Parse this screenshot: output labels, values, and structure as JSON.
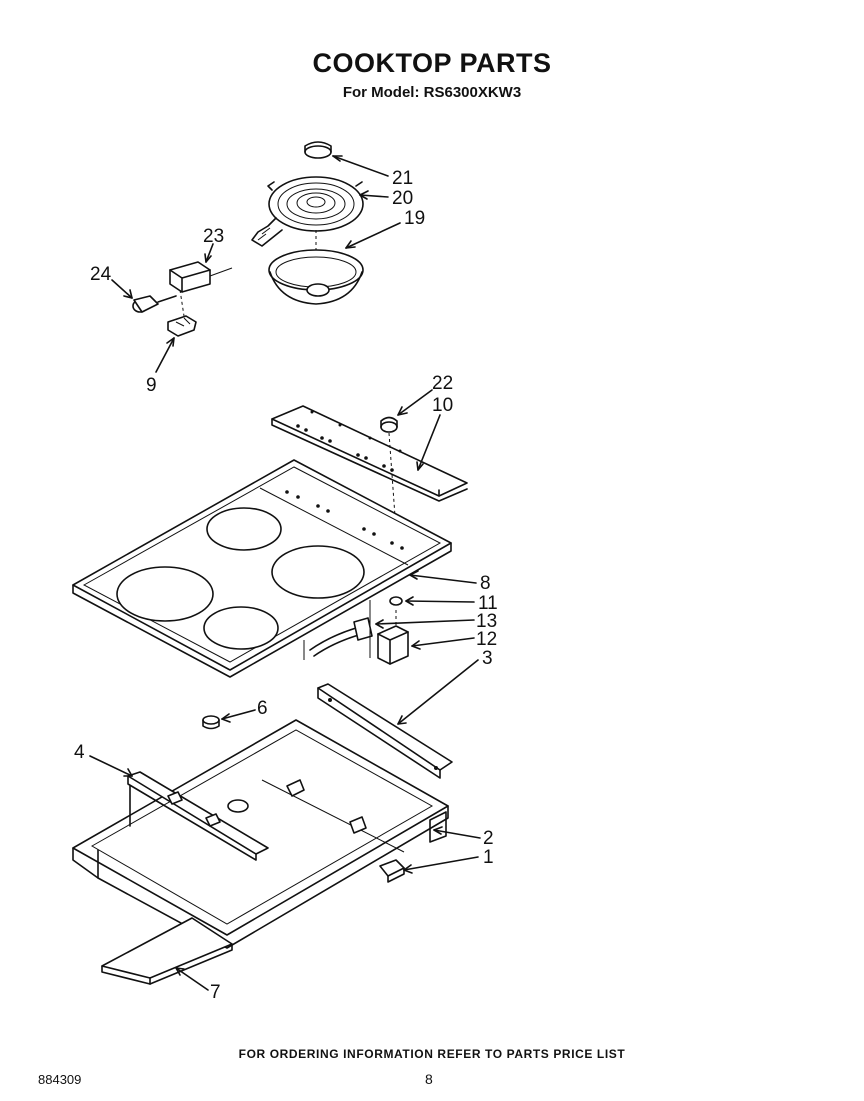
{
  "header": {
    "title": "COOKTOP PARTS",
    "subtitle": "For Model: RS6300XKW3"
  },
  "callouts": {
    "c21": "21",
    "c20": "20",
    "c19": "19",
    "c23": "23",
    "c24": "24",
    "c9": "9",
    "c22": "22",
    "c10": "10",
    "c8": "8",
    "c11": "11",
    "c13": "13",
    "c12": "12",
    "c3": "3",
    "c6": "6",
    "c4": "4",
    "c2": "2",
    "c1": "1",
    "c7": "7"
  },
  "footer": {
    "ordering_note": "FOR ORDERING INFORMATION REFER TO PARTS PRICE LIST",
    "doc_number": "884309",
    "page_number": "8"
  }
}
